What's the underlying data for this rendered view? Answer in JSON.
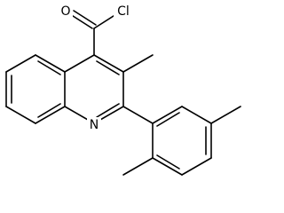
{
  "molecule": {
    "atoms": {
      "carbonyl_oxygen": "O",
      "chlorine": "Cl",
      "ring_nitrogen": "N"
    },
    "colors": {
      "bond": "#000000",
      "label": "#000000",
      "background": "#ffffff"
    }
  }
}
